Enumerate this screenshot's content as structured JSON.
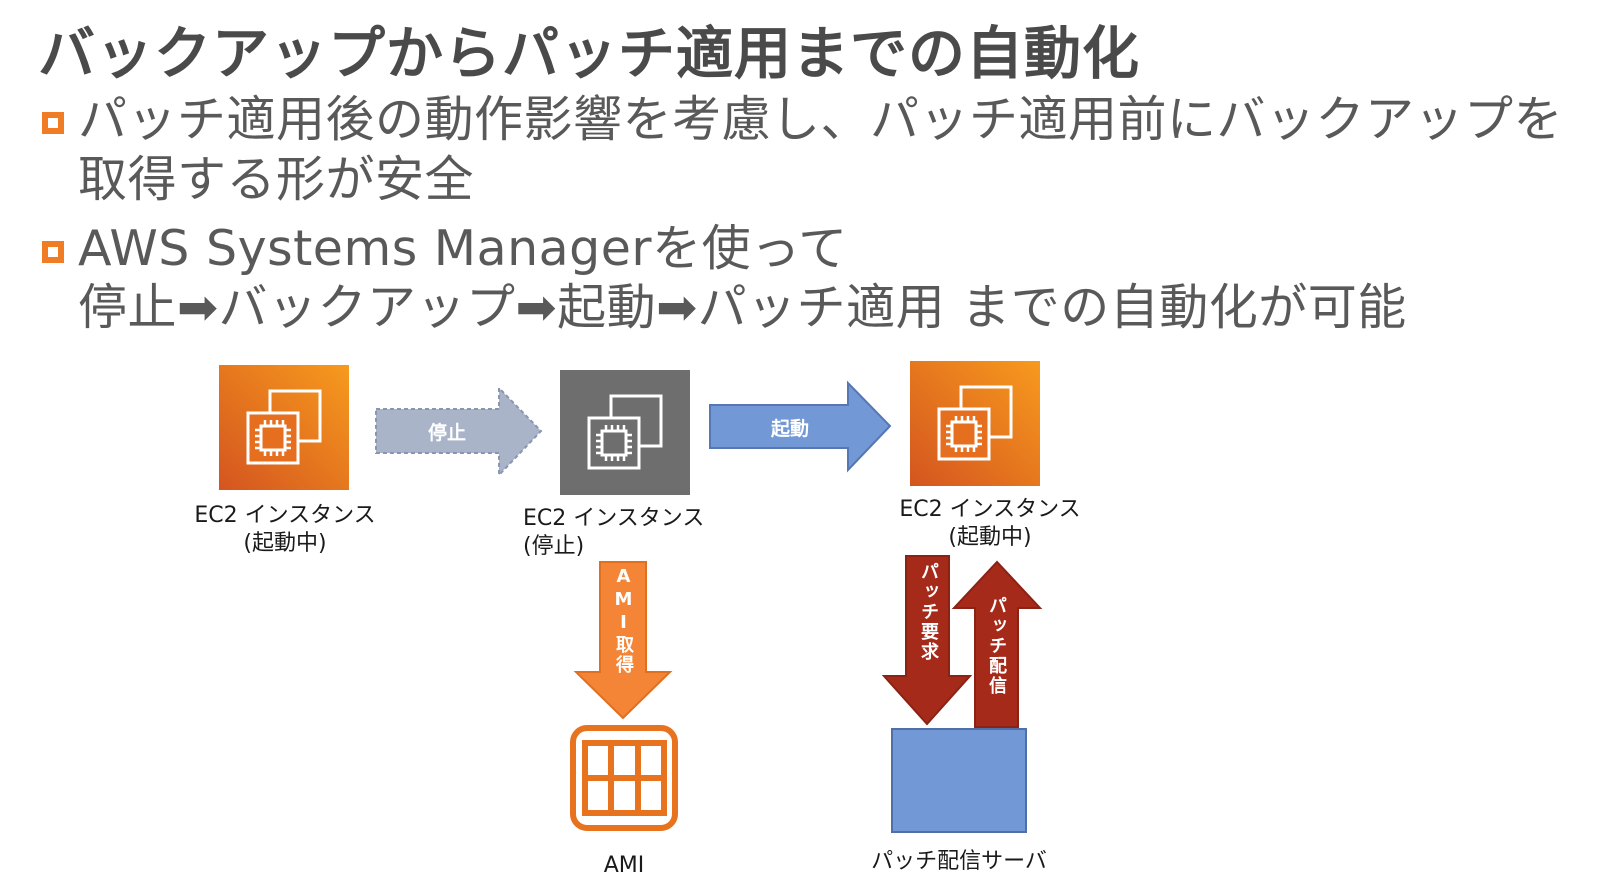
{
  "title": "バックアップからパッチ適用までの自動化",
  "bullets": [
    {
      "line1": "パッチ適用後の動作影響を考慮し、パッチ適用前にバックアップを",
      "line2": "取得する形が安全"
    },
    {
      "line1": "AWS Systems Managerを使って",
      "line2": "停止➡バックアップ➡起動➡パッチ適用 までの自動化が可能"
    }
  ],
  "diagram": {
    "instance1": {
      "label1": "EC2 インスタンス",
      "label2": "(起動中)"
    },
    "instance2": {
      "label1": "EC2 インスタンス",
      "label2": "(停止)"
    },
    "instance3": {
      "label1": "EC2 インスタンス",
      "label2": "(起動中)"
    },
    "arrow_stop": "停止",
    "arrow_start": "起動",
    "arrow_ami": "AMI取得",
    "arrow_patch_request": "パッチ要求",
    "arrow_patch_deliver": "パッチ配信",
    "ami_label": "AMI",
    "server_label": "パッチ配信サーバ"
  },
  "colors": {
    "accent_orange": "#f07d23",
    "ec2_orange_light": "#f79a1e",
    "ec2_orange_dark": "#d4551f",
    "stopped_gray": "#6e6e6e",
    "stop_arrow": "#a9b4c9",
    "start_arrow": "#7398d6",
    "ami_arrow": "#f58536",
    "patch_arrow": "#a52a1a",
    "server_fill": "#7398d6"
  }
}
